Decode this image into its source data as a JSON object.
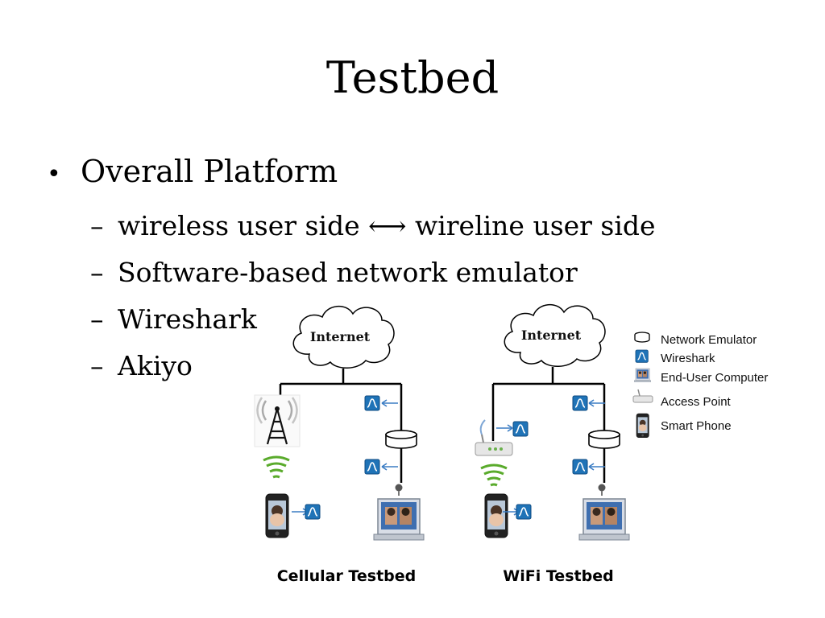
{
  "slide": {
    "title": "Testbed",
    "bullet": "Overall Platform",
    "subitems": [
      "wireless user side ⟷ wireline user side",
      "Software-based network emulator",
      "Wireshark",
      "Akiyo"
    ]
  },
  "diagram": {
    "cellular": {
      "cloud_label": "Internet",
      "caption": "Cellular Testbed"
    },
    "wifi": {
      "cloud_label": "Internet",
      "caption": "WiFi Testbed"
    },
    "legend": [
      {
        "icon": "network-emulator-icon",
        "label": "Network Emulator"
      },
      {
        "icon": "wireshark-icon",
        "label": "Wireshark"
      },
      {
        "icon": "end-user-computer-icon",
        "label": "End-User Computer"
      },
      {
        "icon": "access-point-icon",
        "label": "Access Point"
      },
      {
        "icon": "smart-phone-icon",
        "label": "Smart Phone"
      }
    ]
  },
  "colors": {
    "wireshark_blue": "#1f73b7",
    "signal_green": "#5aab2c",
    "arrow_blue": "#3b7dc4"
  }
}
